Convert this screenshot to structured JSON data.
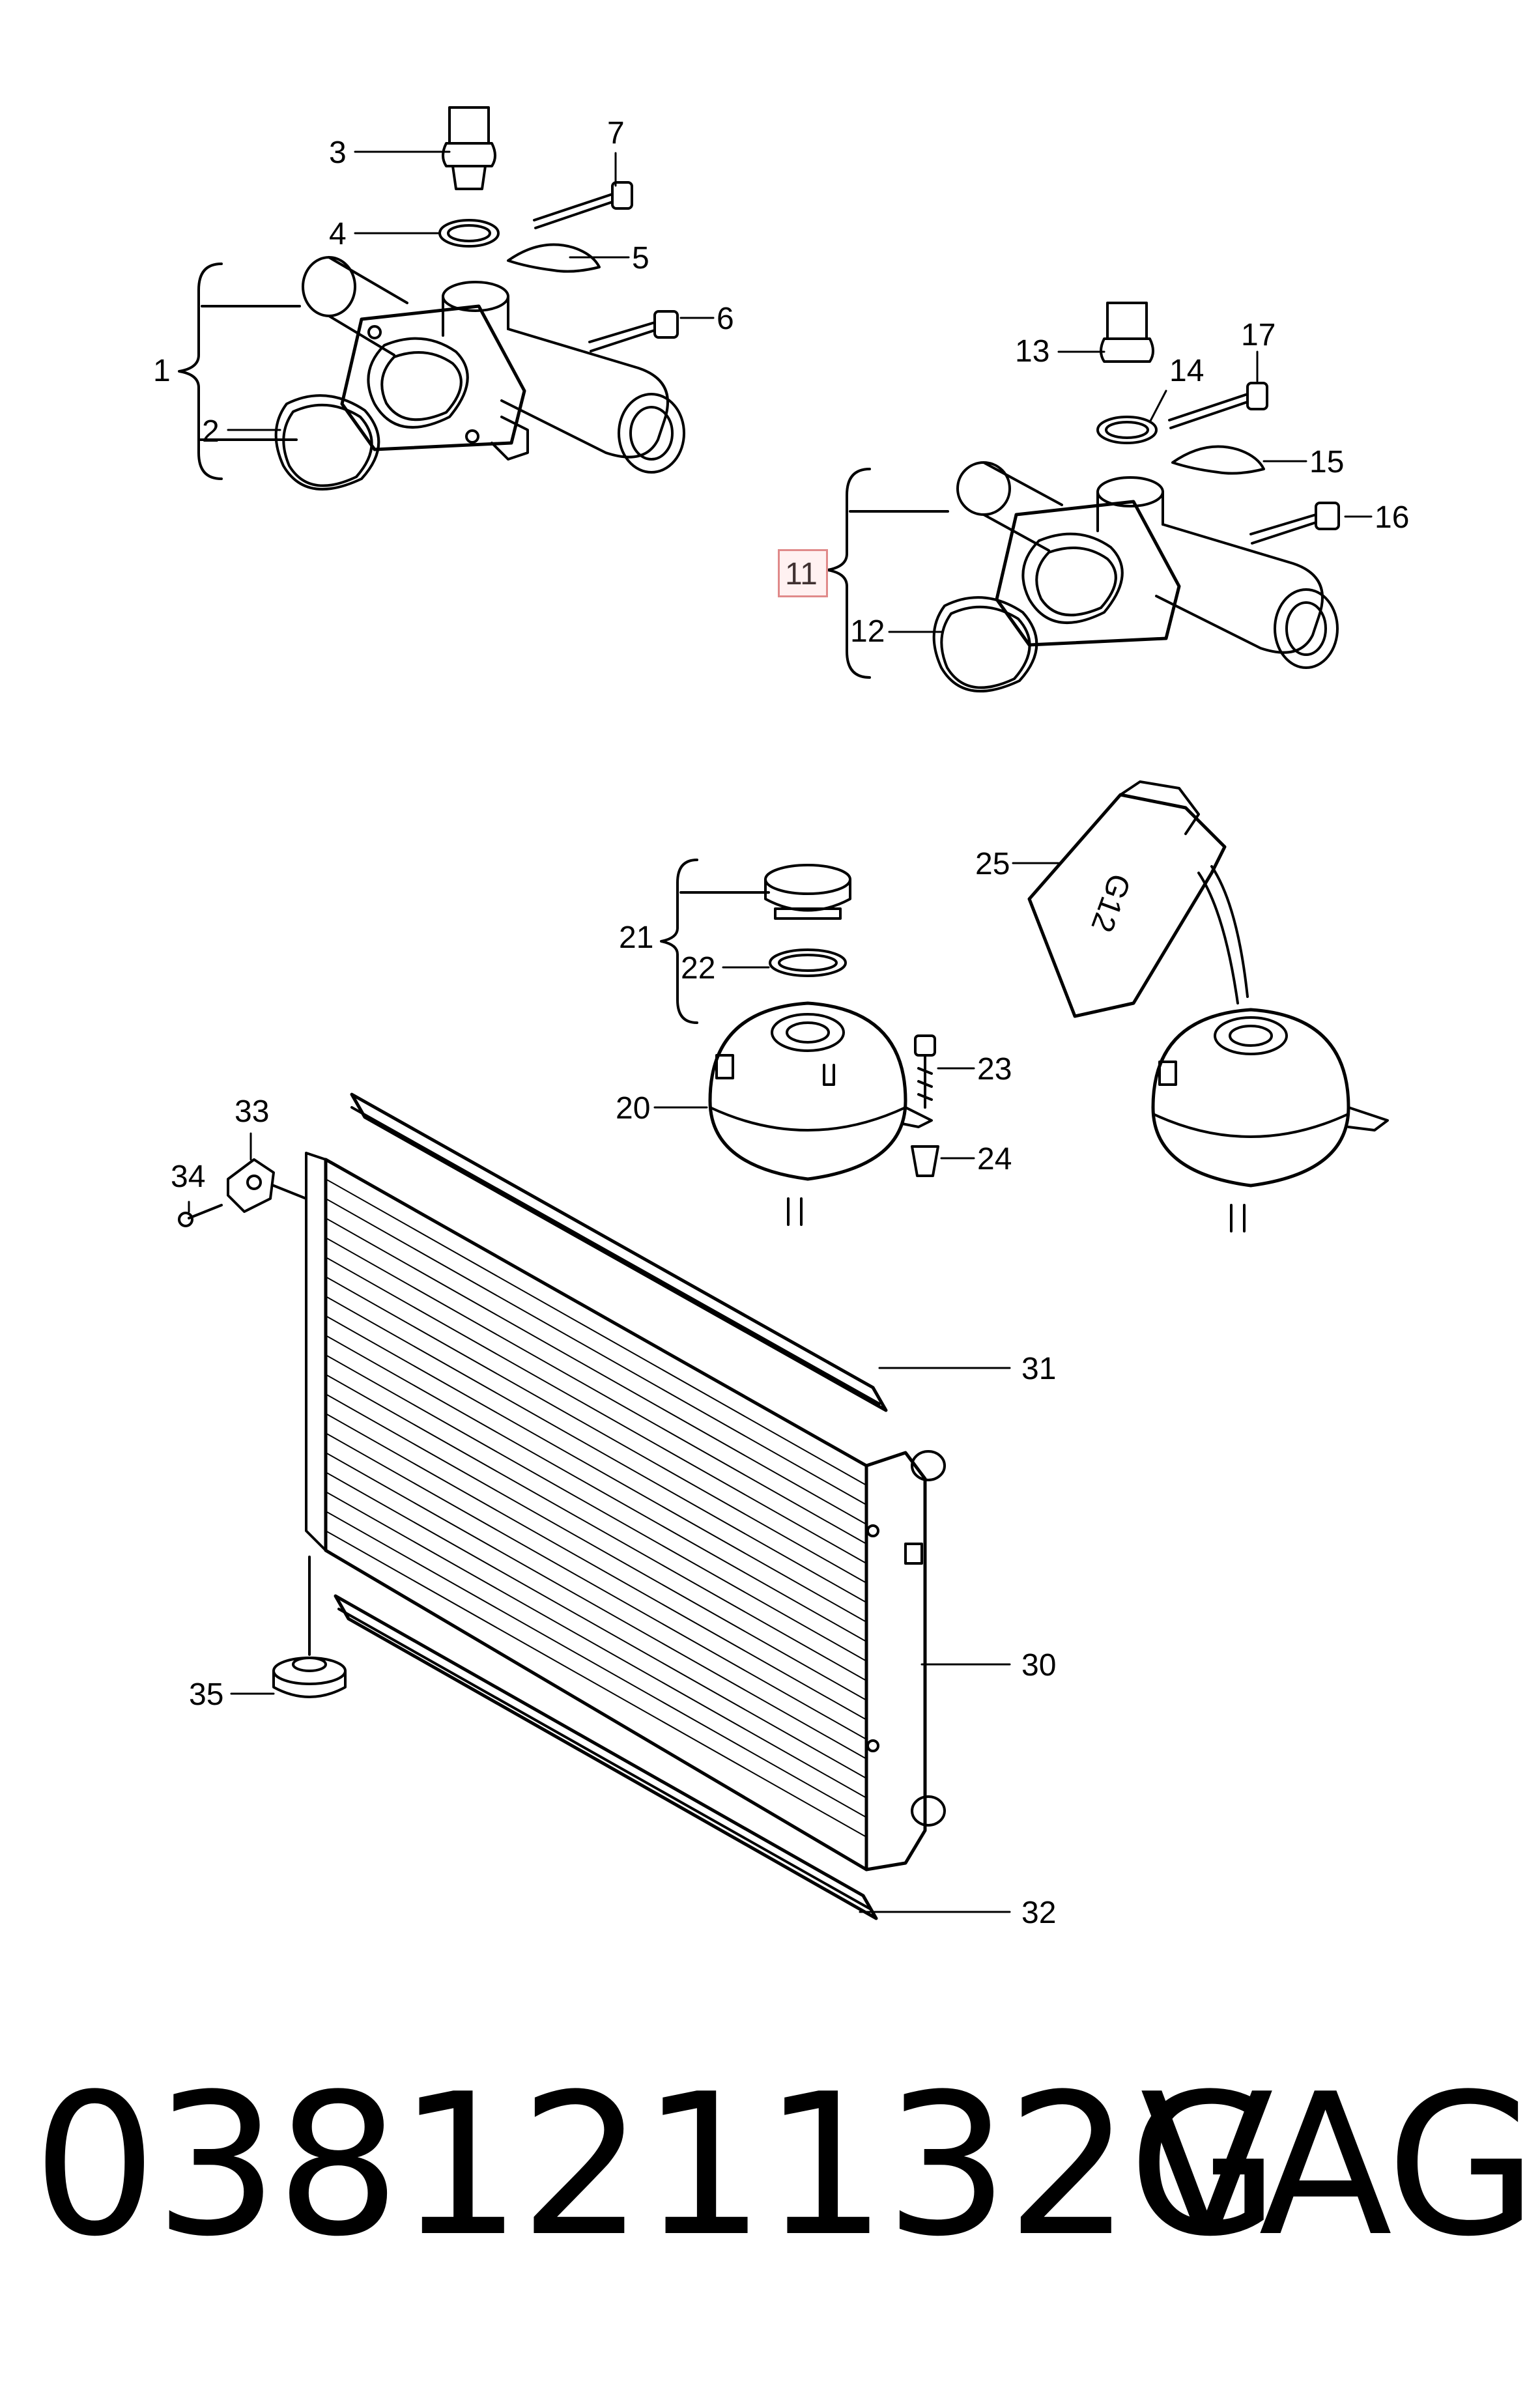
{
  "callouts": [
    "1",
    "2",
    "3",
    "4",
    "5",
    "6",
    "7",
    "11",
    "12",
    "13",
    "14",
    "15",
    "16",
    "17",
    "20",
    "21",
    "22",
    "23",
    "24",
    "25",
    "30",
    "31",
    "32",
    "33",
    "34",
    "35"
  ],
  "bottle_label": "G12",
  "footer": {
    "part_number": "038121132G",
    "brand": "VAG"
  },
  "highlight_color": "#e08a8a"
}
